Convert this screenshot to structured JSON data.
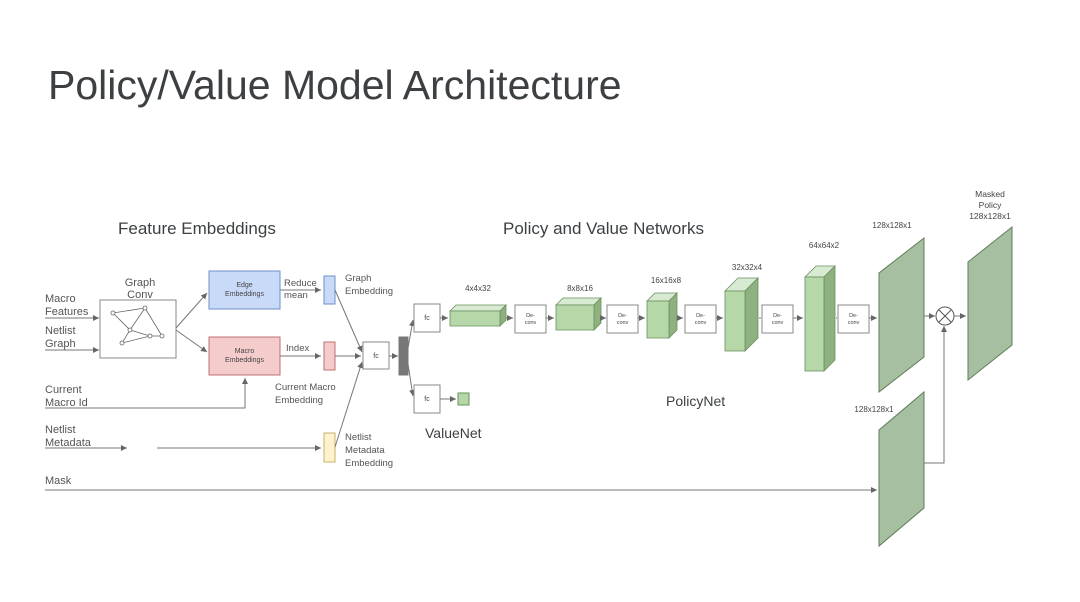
{
  "title": "Policy/Value Model Architecture",
  "sections": {
    "feature_embeddings": "Feature Embeddings",
    "policy_value_networks": "Policy and Value Networks"
  },
  "inputs": {
    "macro_features": [
      "Macro",
      "Features"
    ],
    "netlist_graph": [
      "Netlist",
      "Graph"
    ],
    "current_macro_id": [
      "Current",
      "Macro Id"
    ],
    "netlist_metadata": [
      "Netlist",
      "Metadata"
    ],
    "mask": "Mask"
  },
  "graph_conv": [
    "Graph",
    "Conv"
  ],
  "edge_embeddings": [
    "Edge",
    "Embeddings"
  ],
  "macro_embeddings": [
    "Macro",
    "Embeddings"
  ],
  "reduce_mean": [
    "Reduce",
    "mean"
  ],
  "index": "Index",
  "graph_embedding": [
    "Graph",
    "Embedding"
  ],
  "current_macro_embedding": [
    "Current Macro",
    "Embedding"
  ],
  "netlist_metadata_embedding": [
    "Netlist",
    "Metadata",
    "Embedding"
  ],
  "fc": "fc",
  "deconv": [
    "De-",
    "conv"
  ],
  "valuenet": "ValueNet",
  "policynet": "PolicyNet",
  "shapes": {
    "s4": "4x4x32",
    "s8": "8x8x16",
    "s16": "16x16x8",
    "s32": "32x32x4",
    "s64": "64x64x2",
    "s128": "128x128x1",
    "mask_shape": "128x128x1"
  },
  "masked_policy": [
    "Masked",
    "Policy",
    "128x128x1"
  ],
  "colors": {
    "edge_fill": "#c9daf8",
    "edge_stroke": "#6d8fc9",
    "macro_fill": "#f4cccc",
    "macro_stroke": "#c07070",
    "meta_fill": "#fff2cc",
    "meta_stroke": "#c9b26b",
    "tensor_face": "#b6d7a8",
    "tensor_top": "#d9ead3",
    "tensor_side": "#8fb07f",
    "tensor_stroke": "#6a8f5f",
    "plane_face": "#a7bfa1",
    "plane_stroke": "#5f7d59",
    "concat": "#777777"
  }
}
